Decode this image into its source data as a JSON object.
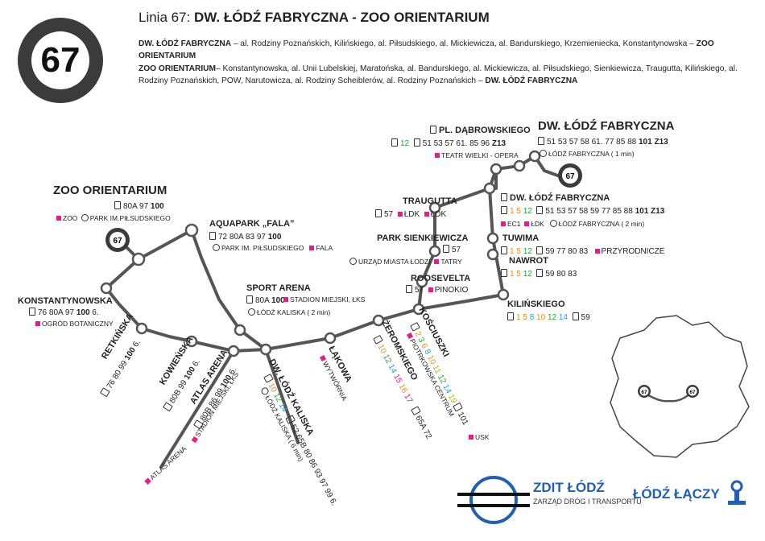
{
  "line_number": "67",
  "header": {
    "title_label": "Linia 67:",
    "title_route": "DW. ŁÓDŹ FABRYCZNA - ZOO ORIENTARIUM",
    "dir1_start": "DW. ŁÓDŹ FABRYCZNA",
    "dir1_streets": " – al. Rodziny Poznańskich, Kilińskiego, al. Piłsudskiego, al. Mickiewicza, al. Bandurskiego, Krzemieniecka, Konstantynowska – ",
    "dir1_end": "ZOO ORIENTARIUM",
    "dir2_start": "ZOO ORIENTARIUM",
    "dir2_streets": "– Konstantynowska, al. Unii Lubelskiej, Maratońska, al. Bandurskiego, al. Mickiewicza, al. Piłsudskiego, Sienkiewicza, Traugutta, Kilińskiego, al. Rodziny Poznańskich, POW, Narutowicza, al. Rodziny Scheiblerów, al. Rodziny Poznańskich – ",
    "dir2_end": "DW. ŁÓDŹ FABRYCZNA"
  },
  "stops": {
    "zoo": {
      "name": "ZOO ORIENTARIUM",
      "lines": "80A 97 ",
      "lines_bold": "100",
      "poi1": "ZOO",
      "poi2": "PARK IM.PIŁSUDSKIEGO",
      "badge": "67"
    },
    "aquapark": {
      "name": "AQUAPARK „FALA”",
      "lines": "72 80A 83 97 ",
      "lines_bold": "100",
      "poi1": "PARK IM. PIŁSUDSKIEGO",
      "poi2": "FALA"
    },
    "konstantynowska": {
      "name": "KONSTANTYNOWSKA",
      "lines": "76 80A 97 ",
      "lines_bold": "100",
      "lines_tail": " 6.",
      "poi1": "OGRÓD BOTANICZNY"
    },
    "sport_arena": {
      "name": "SPORT ARENA",
      "lines": "80A ",
      "lines_bold": "100",
      "poi1": "STADION MIEJSKI, ŁKS",
      "poi2": "ŁÓDŹ KALISKA ( 2 min)"
    },
    "retkinska": {
      "name": "RETKIŃSKA",
      "lines": "76 80 99 ",
      "lines_bold": "100",
      "lines_tail": " 6."
    },
    "kowienska": {
      "name": "KOWIEŃSKA",
      "lines": "80B 99 ",
      "lines_bold": "100",
      "lines_tail": " 6."
    },
    "atlas_arena": {
      "name": "ATLAS ARENA",
      "lines": "80B 86 99 ",
      "lines_bold": "100",
      "lines_tail": " 6.",
      "poi1": "STADION MIEJSKI, ŁKS",
      "poi2": "ATLAS ARENA"
    },
    "lodz_kaliska": {
      "name": "DW. ŁÓDŹ KALISKA",
      "lines_colored": [
        "10",
        "12",
        "14"
      ],
      "lines": "52 65B 80 86 93 97 99 6.",
      "poi1": "ŁÓDŹ KALISKA ( 6 min)"
    },
    "lakowa": {
      "name": "ŁĄKOWA",
      "poi1": "WYTWÓRNIA"
    },
    "zeromskiego": {
      "name": "ŻEROMSKIEGO",
      "lines_colored": [
        "10",
        "12",
        "14",
        "15",
        "16",
        "17"
      ],
      "lines": "65A 72",
      "poi1": "USK"
    },
    "kosciuszki": {
      "name": "KOŚCIUSZKI",
      "lines_colored": [
        "2",
        "3",
        "6",
        "8",
        "10",
        "11",
        "12",
        "14",
        "19"
      ],
      "lines": "101",
      "poi1": "PIOTRKOWSKA CENTRUM"
    },
    "pl_dabrowskiego": {
      "name": "PL. DĄBROWSKIEGO",
      "lines_colored": [
        "12"
      ],
      "lines": "51 53 57 61. 85 96 ",
      "lines_bold": "Z13",
      "poi1": "TEATR WIELKI - OPERA"
    },
    "dw_fabryczna_top": {
      "name": "DW. ŁÓDŹ FABRYCZNA",
      "lines": "51 53 57 58 61. 77 85 88 ",
      "lines_bold": "101 Z13",
      "poi1": "ŁÓDŹ FABRYCZNA ( 1 min)",
      "badge": "67"
    },
    "dw_fabryczna": {
      "name": "DW. ŁÓDŹ FABRYCZNA",
      "lines_colored": [
        "1",
        "5",
        "12"
      ],
      "lines": "51 53 57 58 59 77 85 88 ",
      "lines_bold": "101 Z13",
      "poi1": "EC1",
      "poi2": "ŁDK",
      "poi3": "ŁÓDŹ FABRYCZNA ( 2 min)"
    },
    "traugutta": {
      "name": "TRAUGUTTA",
      "lines": "57",
      "poi1": "ŁDK",
      "poi2": "ŁDK"
    },
    "park_sienkiewicza": {
      "name": "PARK SIENKIEWICZA",
      "lines": "57",
      "poi1": "URZĄD MIASTA ŁODZI",
      "poi2": "TATRY"
    },
    "roosevelta": {
      "name": "ROOSEVELTA",
      "lines": "57",
      "poi1": "PINOKIO"
    },
    "tuwima": {
      "name": "TUWIMA",
      "lines_colored": [
        "1",
        "5",
        "12"
      ],
      "lines": "59 77 80 83",
      "poi1": "PRZYRODNICZE"
    },
    "nawrot": {
      "name": "NAWROT",
      "lines_colored": [
        "1",
        "5",
        "12"
      ],
      "lines": "59 80 83"
    },
    "kilinskiego": {
      "name": "KILIŃSKIEGO",
      "lines_colored": [
        "1",
        "5",
        "8",
        "10",
        "12",
        "14"
      ],
      "lines": "59"
    }
  },
  "minimap": {
    "badge_left": "67",
    "badge_right": "67"
  },
  "footer": {
    "zdit_name": "ZDIT ŁÓDŹ",
    "zdit_sub": "ZARZĄD DRÓG I TRANSPORTU",
    "lodz": "ŁÓDŹ ŁĄCZY"
  },
  "colors": {
    "route": "#555555",
    "badge": "#3b3b3b",
    "brand_blue": "#1f5fb7",
    "tram_orange": "#f28c1a",
    "tram_green": "#2aa539",
    "tram_blue": "#1da1e0",
    "poi_pink": "#e51c8e"
  }
}
